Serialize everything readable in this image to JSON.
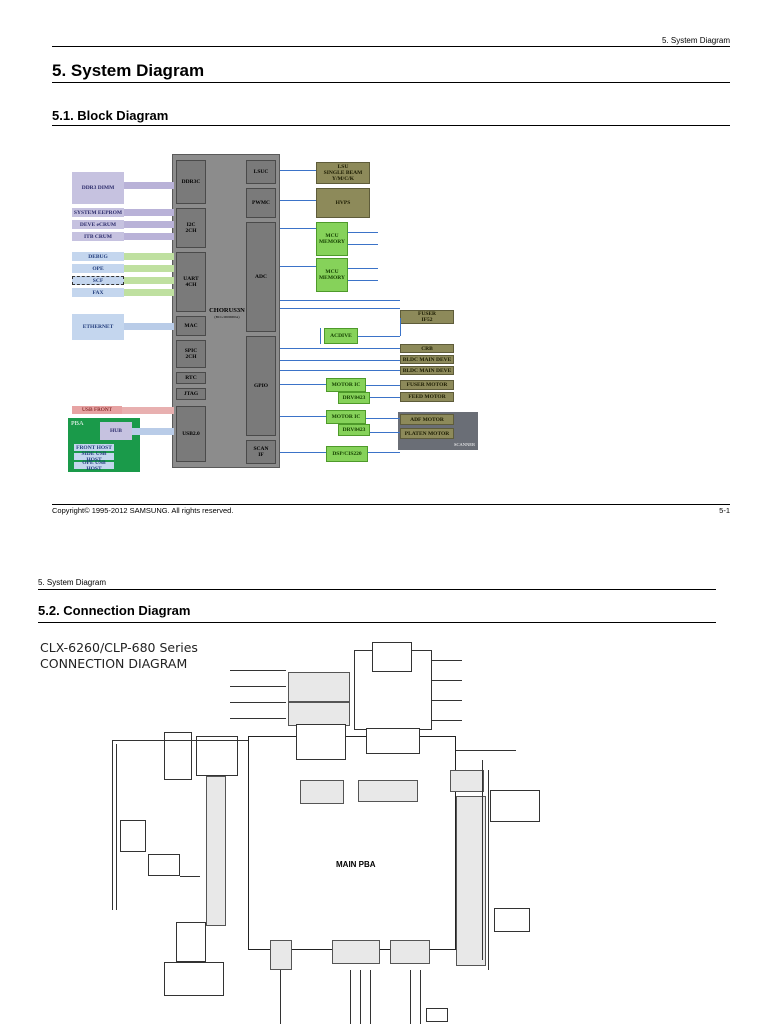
{
  "page1": {
    "running_header": "5.  System Diagram",
    "section_title": "5.  System Diagram",
    "subsection_title": "5.1.  Block Diagram",
    "footer_left": "Copyright© 1995-2012 SAMSUNG. All rights reserved.",
    "footer_right": "5-1"
  },
  "block_diagram": {
    "soc_label": "CHORUS3N",
    "soc_sub": "(BCG 0000000A)",
    "soc_blocks": [
      "DDR3C",
      "I2C\n2CH",
      "UART\n4CH",
      "MAC",
      "SPIC\n2CH",
      "RTC",
      "JTAG",
      "USB2.0",
      "LSUC",
      "PWMC",
      "ADC",
      "GPIO",
      "SCAN\nIF"
    ],
    "left_blocks": [
      "DDR3 DIMM",
      "SYSTEM EEPROM",
      "DEVE eCRUM",
      "ITB CRUM",
      "DEBUG",
      "OPE",
      "SCF",
      "FAX",
      "ETHERNET",
      "USB FRONT",
      "HUB",
      "FRONT HOST",
      "SIDE USB HOST",
      "OPE USB HOST",
      "PBA"
    ],
    "right_blocks": [
      "LSU\nSINGLE BEAM\nY/M/C/K",
      "HVPS",
      "MCU\nMEMORY",
      "MCU\nMEMORY",
      "ACDIVE",
      "FUSER\nIF52",
      "CRB",
      "BLDC MAIN DEVE",
      "BLDC MAIN DEVE",
      "MOTOR IC",
      "DRV8423",
      "FUSER MOTOR",
      "FEED MOTOR",
      "MOTOR IC",
      "DRV8423",
      "ADF MOTOR",
      "PLATEN MOTOR",
      "DSP/CIS220",
      "SCANNER"
    ]
  },
  "page2": {
    "running_header": "5.  System Diagram",
    "subsection_title": "5.2.  Connection Diagram",
    "diagram_title_line1": "CLX-6260/CLP-680 Series",
    "diagram_title_line2": "CONNECTION DIAGRAM",
    "main_board_label": "MAIN PBA"
  }
}
